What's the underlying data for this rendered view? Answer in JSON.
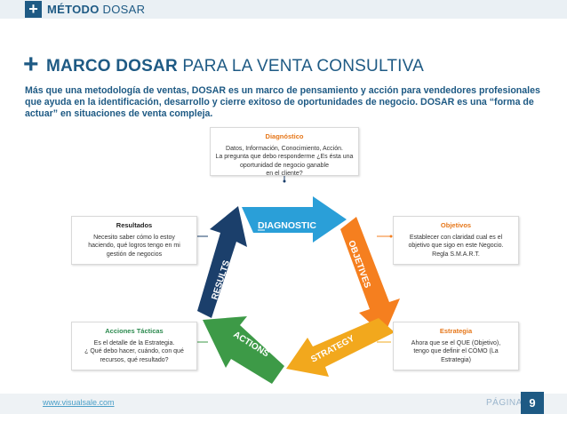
{
  "header": {
    "plus": "+",
    "title_bold": "MÉTODO",
    "title_light": "DOSAR"
  },
  "section": {
    "plus": "+",
    "title_bold": "MARCO DOSAR",
    "title_light": "PARA LA VENTA CONSULTIVA"
  },
  "intro": "Más que una metodología de ventas, DOSAR es un marco de pensamiento y acción para vendedores profesionales que ayuda en la identificación, desarrollo y cierre exitoso de oportunidades de negocio. DOSAR es una “forma de actuar” en situaciones de venta compleja.",
  "boxes": {
    "diagnostico": {
      "title": "Diagnóstico",
      "lines": [
        "Datos, Información, Conocimiento, Acción.",
        "La pregunta que debo responderme ¿Es ésta una",
        "oportunidad de negocio ganable",
        "en el cliente?"
      ]
    },
    "resultados": {
      "title": "Resultados",
      "lines": [
        "Necesito saber cómo lo estoy",
        "haciendo, qué logros tengo en mi",
        "gestión de negocios"
      ]
    },
    "objetivos": {
      "title": "Objetivos",
      "lines": [
        "Establecer con claridad cual es el",
        "objetivo que sigo en este Negocio.",
        "Regla S.M.A.R.T."
      ]
    },
    "acciones": {
      "title": "Acciones Tácticas",
      "lines": [
        "Es el detalle de la Estrategia.",
        "¿ Qué debo hacer, cuándo, con qué",
        "recursos, qué resultado?"
      ]
    },
    "estrategia": {
      "title": "Estrategia",
      "lines": [
        "Ahora que se el QUE (Objetivo),",
        "tengo que definir el CÓMO (La",
        "Estrategia)"
      ]
    }
  },
  "cycle": {
    "diagnostic": "DIAGNOSTIC",
    "objetives": "OBJETIVES",
    "strategy": "STRATEGY",
    "actions": "ACTIONS",
    "results": "RESULTS"
  },
  "colors": {
    "brand": "#1e5a84",
    "diagnostic": "#2a9fd8",
    "objetives": "#f57f1f",
    "strategy": "#f2a81d",
    "actions": "#3d9a47",
    "results": "#1b3f6b"
  },
  "footer": {
    "url": "www.visualsale.com",
    "pagina": "PÁGINA",
    "page_number": "9"
  }
}
